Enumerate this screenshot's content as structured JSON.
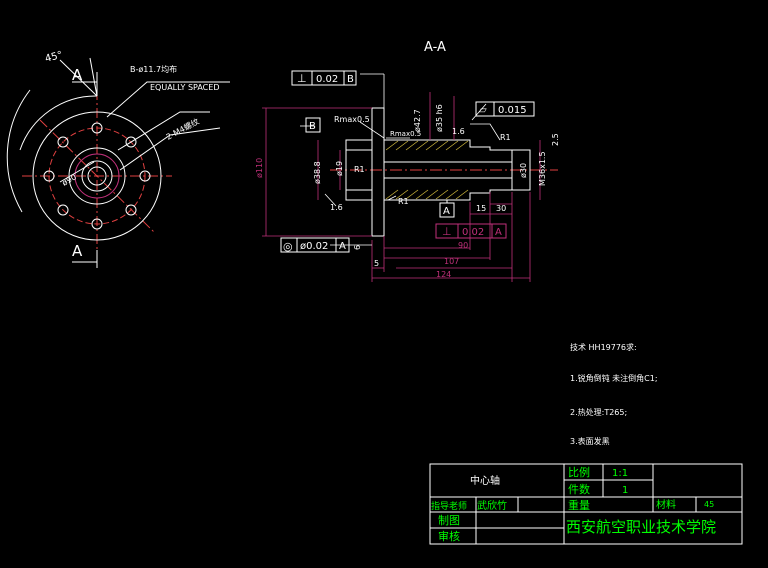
{
  "colors": {
    "background": "#000000",
    "outline": "#ffffff",
    "dimension": "#c0307a",
    "centerline": "#e04040",
    "note": "#ffffff",
    "titleblock_line": "#ffffff",
    "titleblock_text": "#00ff00"
  },
  "section_title": "A-A",
  "front_view": {
    "angle": "45°",
    "section_mark": "A",
    "hole_note": "B-ø11.7均布",
    "hole_note_2": "EQUALLY SPACED",
    "thread_note": "2-M4螺纹",
    "dia_label": "ø90"
  },
  "section_view": {
    "frame_perp": {
      "symbol": "⊥",
      "value": "0.02",
      "datum": "B"
    },
    "frame_conc": {
      "symbol": "◎",
      "value": "ø0.02",
      "datum": "A"
    },
    "frame_flat": {
      "symbol": "▱",
      "value": "0.015"
    },
    "frame_perp2": {
      "symbol": "⊥",
      "value": "0.02",
      "datum": "A"
    },
    "datum_b": "B",
    "datum_a": "A",
    "rmax": "Rmax0.5",
    "rmax2": "Rmax0.5",
    "r1a": "R1",
    "r1b": "R1",
    "r1c": "R1",
    "d110": "ø110",
    "d38": "ø38.8",
    "d19": "ø19",
    "d42": "ø42.7",
    "d35": "ø35 h6",
    "d30": "ø30",
    "m36": "M36x1.5",
    "w25": "2.5",
    "w16": "1.6",
    "w16b": "1.6",
    "w15": "15",
    "w30": "30",
    "w90": "90",
    "w107": "107",
    "w124": "124",
    "w5": "5",
    "w6": "6"
  },
  "notes": [
    "技术 HH19776求:",
    "1.锐角倒钝 未注倒角C1;",
    "2.热处理:T265;",
    "3.表面发黑"
  ],
  "title_block": {
    "part_name": "中心轴",
    "scale_label": "比例",
    "scale_value": "1:1",
    "qty_label": "件数",
    "qty_value": "1",
    "weight_label": "重量",
    "material_label": "材料",
    "material_value": "45",
    "instructor_label": "指导老师",
    "instructor_name": "武欣竹",
    "drawn_label": "制图",
    "checked_label": "审核",
    "school": "西安航空职业技术学院"
  }
}
